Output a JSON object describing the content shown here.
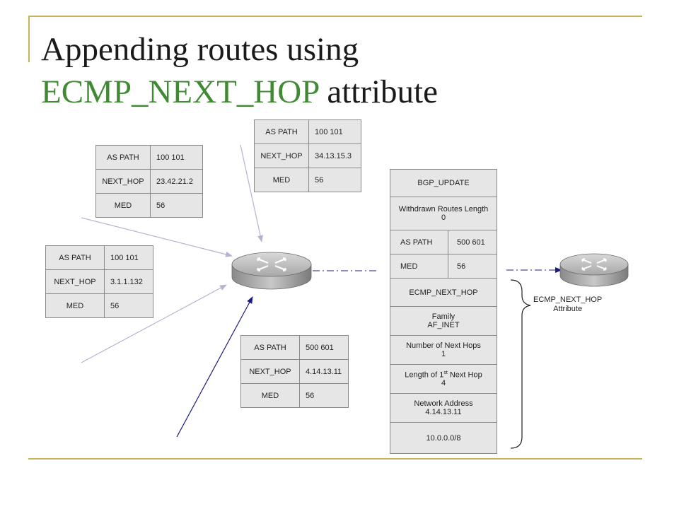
{
  "slide": {
    "title_line1": "Appending routes using",
    "title_attr": "ECMP_NEXT_HOP",
    "title_suffix": " attribute"
  },
  "tables": {
    "t1": {
      "as_path_label": "AS PATH",
      "as_path": "100  101",
      "next_hop_label": "NEXT_HOP",
      "next_hop": "34.13.15.3",
      "med_label": "MED",
      "med": "56"
    },
    "t2": {
      "as_path_label": "AS PATH",
      "as_path": "100  101",
      "next_hop_label": "NEXT_HOP",
      "next_hop": "23.42.21.2",
      "med_label": "MED",
      "med": "56"
    },
    "t3": {
      "as_path_label": "AS PATH",
      "as_path": "100  101",
      "next_hop_label": "NEXT_HOP",
      "next_hop": "3.1.1.132",
      "med_label": "MED",
      "med": "56"
    },
    "t4": {
      "as_path_label": "AS PATH",
      "as_path": "500  601",
      "next_hop_label": "NEXT_HOP",
      "next_hop": "4.14.13.11",
      "med_label": "MED",
      "med": "56"
    }
  },
  "update": {
    "header": "BGP_UPDATE",
    "withdrawn_label": "Withdrawn Routes Length",
    "withdrawn_value": "0",
    "as_path_label": "AS PATH",
    "as_path_value": "500 601",
    "med_label": "MED",
    "med_value": "56",
    "ecmp_label": "ECMP_NEXT_HOP",
    "family_label": "Family",
    "family_value": "AF_INET",
    "num_hops_label": "Number of Next Hops",
    "num_hops_value": "1",
    "length_label_pre": "Length of 1",
    "length_label_sup": "st",
    "length_label_post": " Next Hop",
    "length_value": "4",
    "netaddr_label": "Network Address",
    "netaddr_value": "4.14.13.11",
    "prefix": "10.0.0.0/8"
  },
  "annotation": {
    "line1": "ECMP_NEXT_HOP",
    "line2": "Attribute"
  },
  "colors": {
    "title_accent": "#3f8a33",
    "rule": "#c9b25a",
    "arrow_light": "#b4b4d2",
    "arrow_dark": "#1a1a80",
    "dashed": "#4a4a9a"
  }
}
